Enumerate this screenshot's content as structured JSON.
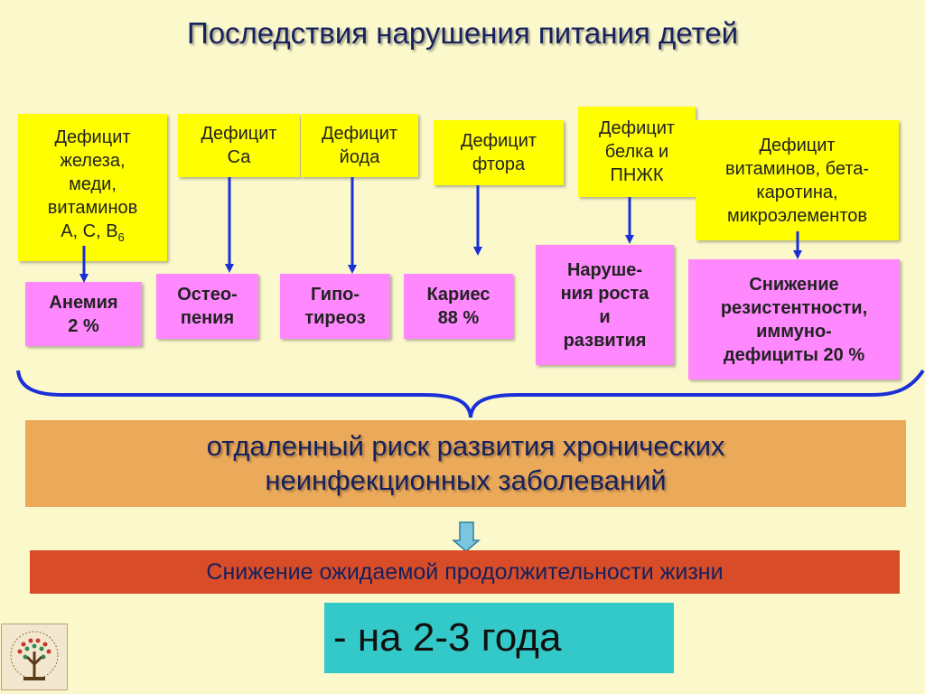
{
  "title": "Последствия нарушения питания детей",
  "deficits": {
    "iron": [
      "Дефицит",
      "железа,",
      "меди,",
      "витаминов",
      "А, С, В",
      "6"
    ],
    "calcium": [
      "Дефицит",
      "Са"
    ],
    "iodine": [
      "Дефицит",
      "йода"
    ],
    "fluoride": [
      "Дефицит",
      "фтора"
    ],
    "protein": [
      "Дефицит",
      "белка и",
      "ПНЖК"
    ],
    "vitamins": [
      "Дефицит",
      "витаминов, бета-",
      "каротина,",
      "микроэлементов"
    ]
  },
  "outcomes": {
    "anemia": [
      "Анемия",
      "2 %"
    ],
    "osteopenia": [
      "Остео-",
      "пения"
    ],
    "hypothyroidism": [
      "Гипо-",
      "тиреоз"
    ],
    "caries": [
      "Кариес",
      "88 %"
    ],
    "growth": [
      "Наруше-",
      "ния роста",
      "и",
      "развития"
    ],
    "resistance": [
      "Снижение",
      "резистентности,",
      "иммуно-",
      "дефициты 20 %"
    ]
  },
  "risk": [
    "отдаленный риск развития хронических",
    "неинфекционных заболеваний"
  ],
  "life_expectancy": "Снижение ожидаемой продолжительности жизни",
  "years": "- на 2-3 года",
  "colors": {
    "background": "#fbf8cc",
    "deficit_box": "#ffff00",
    "outcome_box": "#ff88ff",
    "risk_box": "#eba95a",
    "life_box": "#d84d28",
    "years_box": "#34c9c9",
    "arrow": "#1a2fd6"
  }
}
